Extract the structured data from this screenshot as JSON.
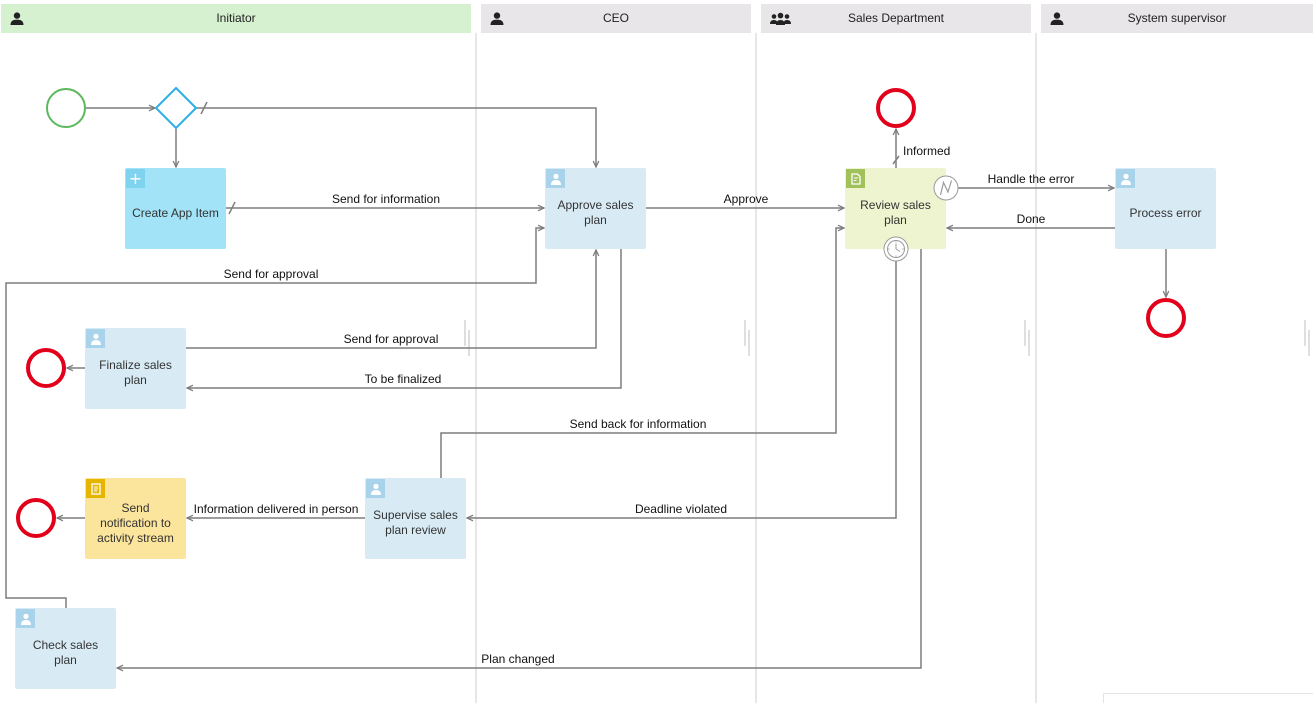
{
  "lanes": [
    {
      "title": "Initiator",
      "icon": "user-icon",
      "color": "#d5f1cf"
    },
    {
      "title": "CEO",
      "icon": "user-icon",
      "color": "#e8e6e9"
    },
    {
      "title": "Sales Department",
      "icon": "group-icon",
      "color": "#e8e6e9"
    },
    {
      "title": "System supervisor",
      "icon": "user-icon",
      "color": "#e8e6e9"
    }
  ],
  "tasks": {
    "create_app_item": {
      "label": "Create App Item",
      "icon": "plus-icon",
      "color": "#a2e3f7",
      "icon_color": "#80d3ef"
    },
    "approve_sales_plan": {
      "label": "Approve sales\nplan",
      "icon": "user-task-icon",
      "color": "#d8ebf5",
      "icon_color": "#a9d3ea"
    },
    "review_sales_plan": {
      "label": "Review sales\nplan",
      "icon": "document-task-icon",
      "color": "#eef4cf",
      "icon_color": "#a1c25b"
    },
    "process_error": {
      "label": "Process error",
      "icon": "user-task-icon",
      "color": "#d8ebf5",
      "icon_color": "#a9d3ea"
    },
    "finalize_sales_plan": {
      "label": "Finalize sales\nplan",
      "icon": "user-task-icon",
      "color": "#d8ebf5",
      "icon_color": "#a9d3ea"
    },
    "send_notification": {
      "label": "Send\nnotification to\nactivity stream",
      "icon": "notification-task-icon",
      "color": "#fbe49c",
      "icon_color": "#e6b500"
    },
    "supervise_review": {
      "label": "Supervise sales\nplan review",
      "icon": "user-task-icon",
      "color": "#d8ebf5",
      "icon_color": "#a9d3ea"
    },
    "check_sales_plan": {
      "label": "Check sales\nplan",
      "icon": "user-task-icon",
      "color": "#d8ebf5",
      "icon_color": "#a9d3ea"
    }
  },
  "flows": {
    "send_for_information": "Send for information",
    "approve": "Approve",
    "handle_the_error": "Handle the error",
    "done": "Done",
    "informed": "Informed",
    "send_for_approval_check": "Send for approval",
    "send_for_approval_finalize": "Send for approval",
    "to_be_finalized": "To be finalized",
    "send_back_for_information": "Send back for information",
    "information_delivered_in_person": "Information delivered in person",
    "deadline_violated": "Deadline violated",
    "plan_changed": "Plan changed"
  },
  "events": {
    "start": {
      "icon": "start-event-icon",
      "color": "#5cb85c"
    },
    "gateway": {
      "icon": "exclusive-gateway-icon",
      "color": "#2bafe2"
    },
    "end": {
      "icon": "end-event-icon",
      "color": "#e2001a"
    },
    "error_boundary": {
      "icon": "error-boundary-icon",
      "color": "#9a9a9a"
    },
    "timer_boundary": {
      "icon": "timer-boundary-icon",
      "color": "#9a9a9a"
    }
  },
  "colors": {
    "flow_line": "#7d7d7d",
    "lane_divider": "#cfcfcf"
  }
}
